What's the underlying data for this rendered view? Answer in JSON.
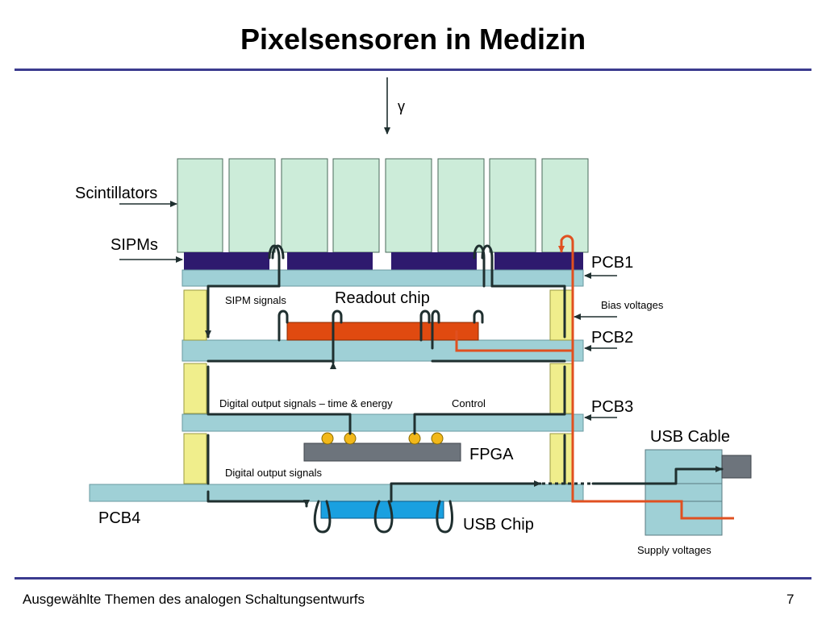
{
  "slide": {
    "title": "Pixelsensoren in Medizin",
    "footer": "Ausgewählte Themen des analogen Schaltungsentwurfs",
    "page": "7"
  },
  "diagram": {
    "gamma_label": "γ",
    "labels": {
      "scintillators": "Scintillators",
      "sipms": "SIPMs",
      "pcb1": "PCB1",
      "pcb2": "PCB2",
      "pcb3": "PCB3",
      "pcb4": "PCB4",
      "readout_chip": "Readout chip",
      "sipm_signals": "SIPM signals",
      "bias_voltages": "Bias voltages",
      "digital_output_time_energy": "Digital output signals – time & energy",
      "control": "Control",
      "fpga": "FPGA",
      "digital_output_signals": "Digital output signals",
      "usb_cable": "USB Cable",
      "usb_chip": "USB Chip",
      "supply_voltages": "Supply voltages"
    },
    "colors": {
      "scintillator_fill": "#ccecd9",
      "sipm_fill": "#2e1a6e",
      "pcb_fill": "#9fd0d6",
      "connector_fill": "#f0ee8c",
      "readout_chip_fill": "#e04a10",
      "fpga_fill": "#6d747c",
      "usb_chip_fill": "#1aa0e0",
      "bump_fill": "#f2b81a",
      "signal_line": "#1f2f2f",
      "supply_line": "#e05020",
      "rule_color": "#3b3b8f"
    }
  }
}
